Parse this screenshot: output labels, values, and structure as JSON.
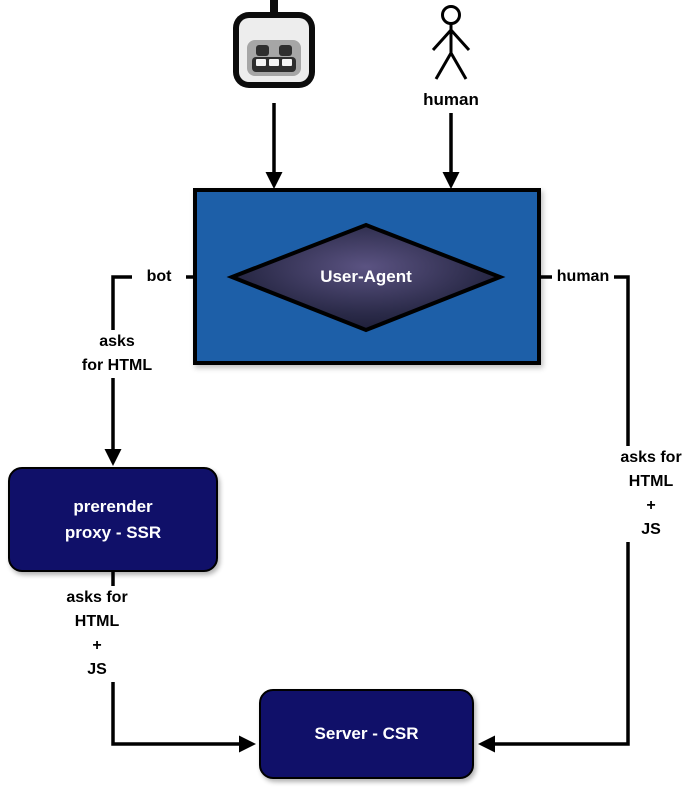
{
  "diagram": {
    "actors": {
      "robot": {
        "icon": "robot-icon"
      },
      "human": {
        "icon": "person-icon",
        "label": "human"
      }
    },
    "decision": {
      "label": "User-Agent"
    },
    "branch_labels": {
      "bot": "bot",
      "human": "human"
    },
    "edge_texts": {
      "bot_to_prerender": [
        "asks",
        "for HTML"
      ],
      "prerender_to_server": [
        "asks for",
        "HTML",
        "+",
        "JS"
      ],
      "human_to_server": [
        "asks for",
        "HTML",
        "+",
        "JS"
      ]
    },
    "nodes": {
      "prerender": {
        "lines": [
          "prerender",
          "proxy - SSR"
        ]
      },
      "server": {
        "label": "Server - CSR"
      }
    },
    "colors": {
      "decision_fill": "#1d5fa8",
      "node_fill": "#101069",
      "diamond_dark": "#14142c",
      "diamond_light": "#5b5382",
      "line": "#000000"
    }
  }
}
